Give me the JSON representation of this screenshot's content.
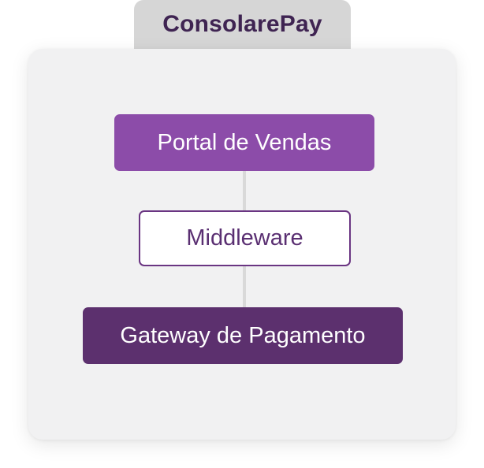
{
  "title": "ConsolarePay",
  "nodes": {
    "portal": "Portal de Vendas",
    "middleware": "Middleware",
    "gateway": "Gateway de Pagamento"
  },
  "colors": {
    "title_text": "#3f2452",
    "title_tab": "#d6d6d6",
    "panel": "#f1f1f2",
    "portal": "#8c4ca9",
    "middleware_border": "#6a3582",
    "gateway": "#5c306e",
    "connector": "#d9d9d9"
  }
}
